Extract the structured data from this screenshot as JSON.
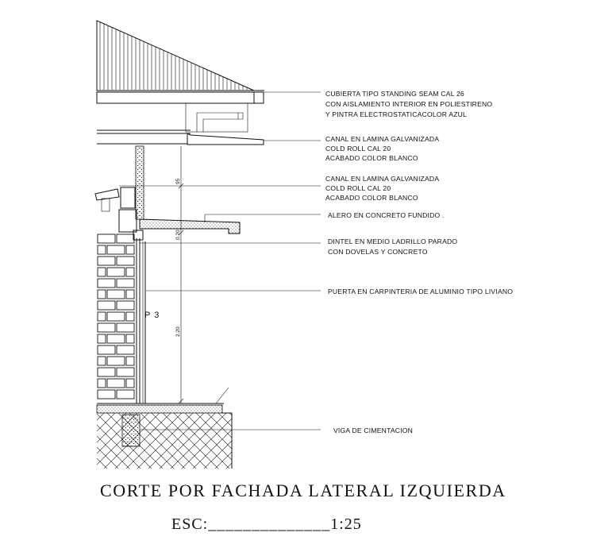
{
  "notes": {
    "roof_l1": "CUBIERTA TIPO STANDING SEAM CAL 26",
    "roof_l2": "CON AISLAMIENTO INTERIOR EN POLIESTIRENO",
    "roof_l3": "Y PINTRA ELECTROSTATICACOLOR AZUL",
    "canal1_l1": "CANAL EN LAMINA GALVANIZADA",
    "canal1_l2": "COLD ROLL CAL 20",
    "canal1_l3": "ACABADO COLOR BLANCO",
    "canal2_l1": "CANAL EN LAMINA GALVANIZADA",
    "canal2_l2": "COLD ROLL CAL 20",
    "canal2_l3": "ACABADO COLOR BLANCO",
    "alero": "ALERO EN CONCRETO FUNDIDO .",
    "dintel_l1": "DINTEL EN MEDIO LADRILLO PARADO",
    "dintel_l2": "CON DOVELAS Y CONCRETO",
    "puerta": "PUERTA EN CARPINTERIA DE ALUMINIO TIPO LIVIANO",
    "viga": "VIGA DE CIMENTACION"
  },
  "dimensions": {
    "upper": "95",
    "middle": "0.20",
    "lower": "2.20"
  },
  "door_tag": "P 3",
  "title": "CORTE POR FACHADA LATERAL IZQUIERDA",
  "scale": "ESC:______________1:25"
}
